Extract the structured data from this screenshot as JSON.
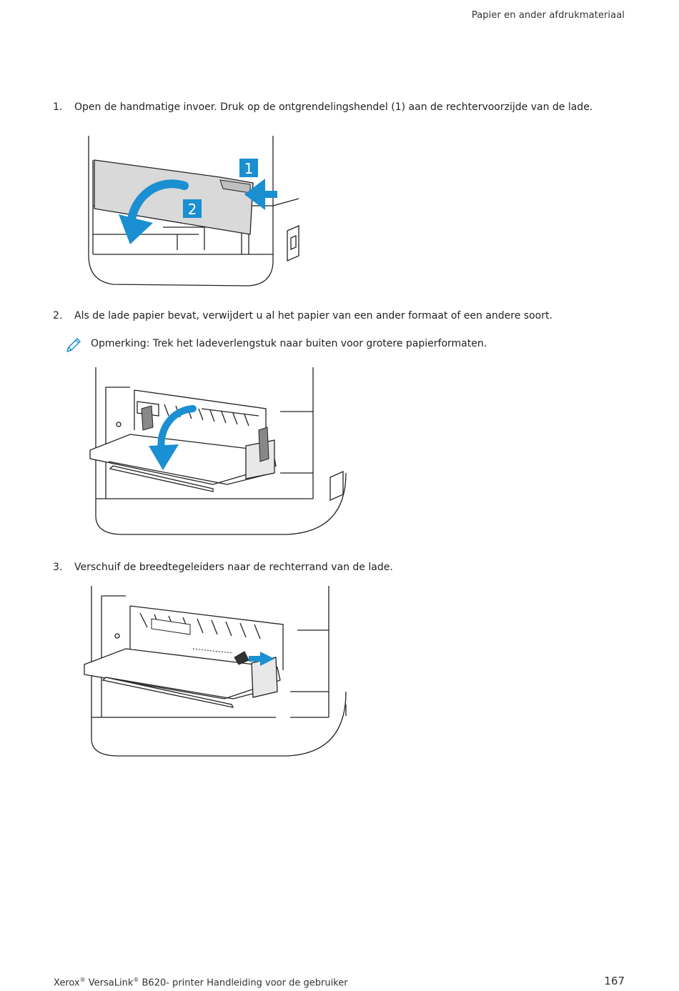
{
  "header": {
    "section_title": "Papier en ander afdrukmateriaal"
  },
  "steps": [
    {
      "number": "1.",
      "text": "Open de handmatige invoer. Druk op de ontgrendelingshendel (1) aan de rechtervoorzijde van de lade."
    },
    {
      "number": "2.",
      "text": "Als de lade papier bevat, verwijdert u al het papier van een ander formaat of een andere soort."
    },
    {
      "number": "3.",
      "text": "Verschuif de breedtegeleiders naar de rechterrand van de lade."
    }
  ],
  "note": {
    "text": "Opmerking: Trek het ladeverlengstuk naar buiten voor grotere papierformaten."
  },
  "figure1": {
    "callout_1": "1",
    "callout_2": "2"
  },
  "footer": {
    "brand": "Xerox",
    "product": "VersaLink",
    "rest": " B620- printer Handleiding voor de gebruiker",
    "page_number": "167"
  },
  "colors": {
    "accent_blue": "#1a8fd1",
    "line": "#222222",
    "panel_gray": "#d9d9d9"
  }
}
